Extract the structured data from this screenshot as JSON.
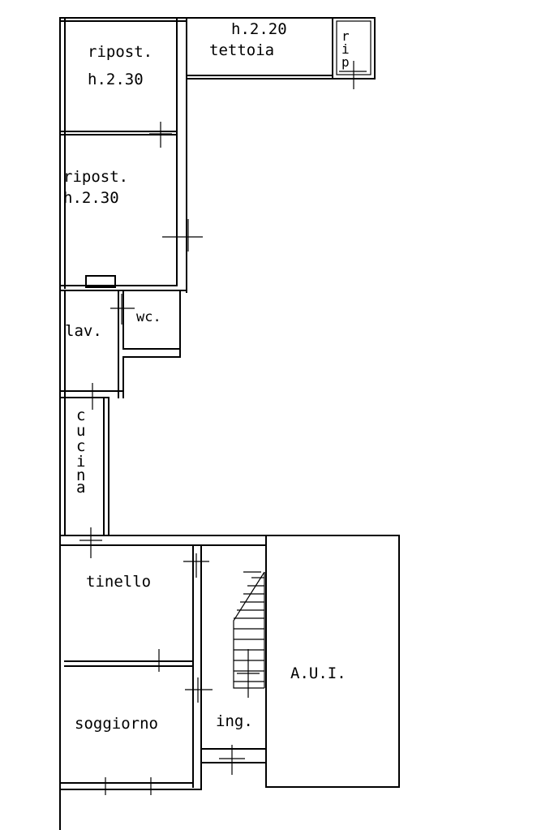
{
  "plan": {
    "rooms": {
      "tettoia_height": "h.2.20",
      "tettoia": "tettoia",
      "rip_letters": [
        "r",
        "i",
        "p"
      ],
      "ripost_top": "ripost.",
      "ripost_top_height": "h.2.30",
      "ripost_mid": "ripost.",
      "ripost_mid_height": "h.2.30",
      "wc": "wc.",
      "lav": "lav.",
      "cucina_letters": [
        "c",
        "u",
        "c",
        "i",
        "n",
        "a"
      ],
      "tinello": "tinello",
      "soggiorno": "soggiorno",
      "ing": "ing.",
      "aui": "A.U.I."
    }
  }
}
